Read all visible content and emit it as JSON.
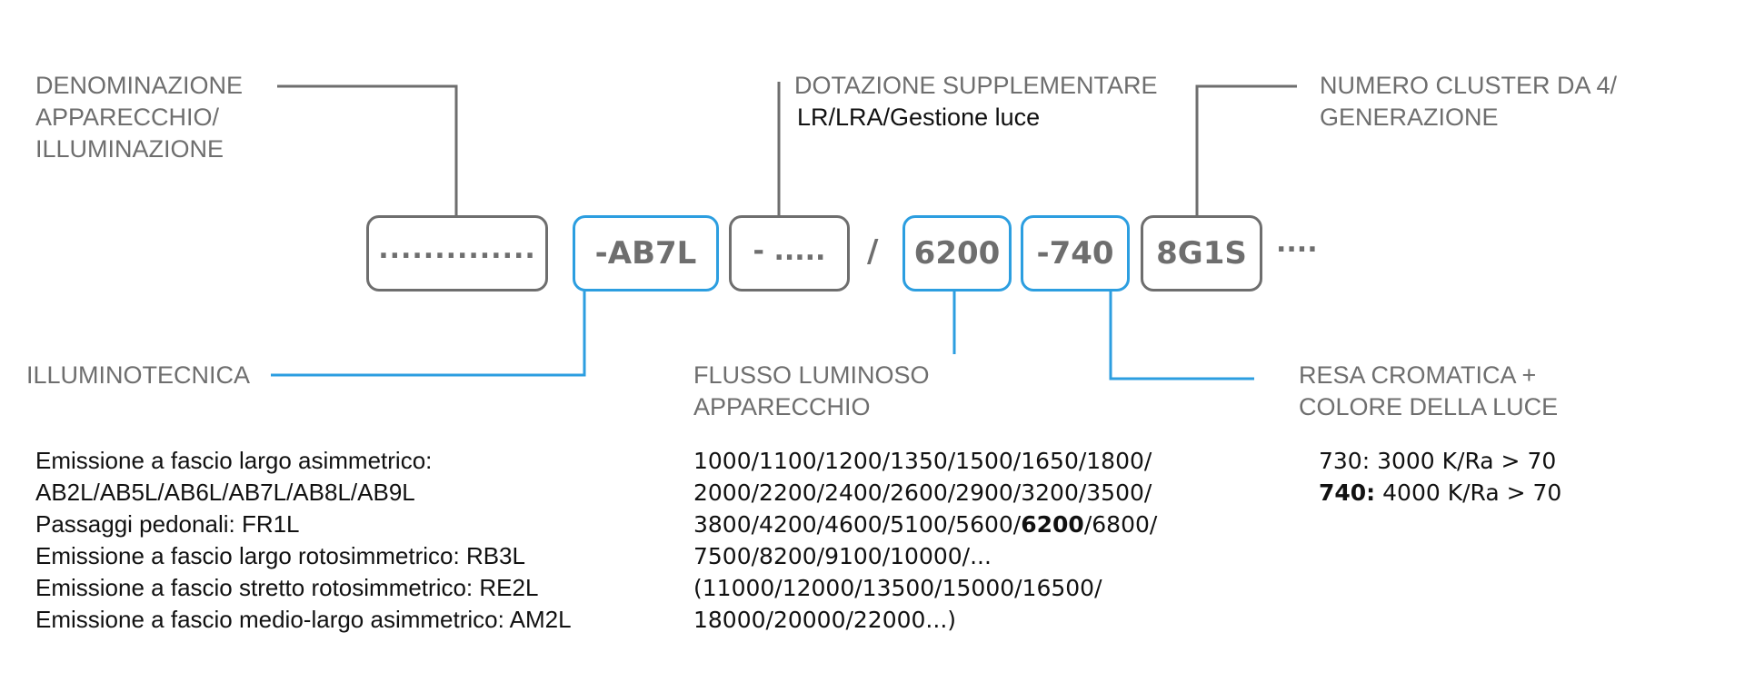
{
  "labels": {
    "denominazione": [
      "DENOMINAZIONE",
      "APPARECCHIO/",
      "ILLUMINAZIONE"
    ],
    "dotazione": "DOTAZIONE SUPPLEMENTARE",
    "dotazione_sub": "LR/LRA/Gestione luce",
    "cluster": [
      "NUMERO CLUSTER DA 4/",
      "GENERAZIONE"
    ],
    "illuminotecnica": "ILLUMINOTECNICA",
    "flusso": [
      "FLUSSO LUMINOSO",
      "APPARECCHIO"
    ],
    "resa": [
      "RESA CROMATICA +",
      "COLORE DELLA LUCE"
    ]
  },
  "code": {
    "name_dots": "..............",
    "optic": "-AB7L",
    "extra": "- .....",
    "slash": "/",
    "flux": "6200",
    "color": "-740",
    "cluster": "8G1S",
    "trailing": "...."
  },
  "illuminotecnica_list": [
    "Emissione a fascio largo asimmetrico:",
    "AB2L/AB5L/AB6L/AB7L/AB8L/AB9L",
    "Passaggi pedonali: FR1L",
    "Emissione a fascio largo rotosimmetrico: RB3L",
    "Emissione a fascio stretto rotosimmetrico: RE2L",
    "Emissione a fascio medio-largo asimmetrico: AM2L"
  ],
  "flusso_list": {
    "line1": "1000/1100/1200/1350/1500/1650/1800/",
    "line2": "2000/2200/2400/2600/2900/3200/3500/",
    "line3_pre": "3800/4200/4600/5100/5600/",
    "line3_bold": "6200",
    "line3_post": "/6800/",
    "line4": "7500/8200/9100/10000/...",
    "line5": "(11000/12000/13500/15000/16500/",
    "line6": "18000/20000/22000...)"
  },
  "resa_list": {
    "item1": "730: 3000 K/Ra > 70",
    "item2_bold": "740:",
    "item2_rest": " 4000 K/Ra > 70"
  },
  "colors": {
    "gray": "#6e6e6e",
    "blue": "#2c9ee0"
  }
}
